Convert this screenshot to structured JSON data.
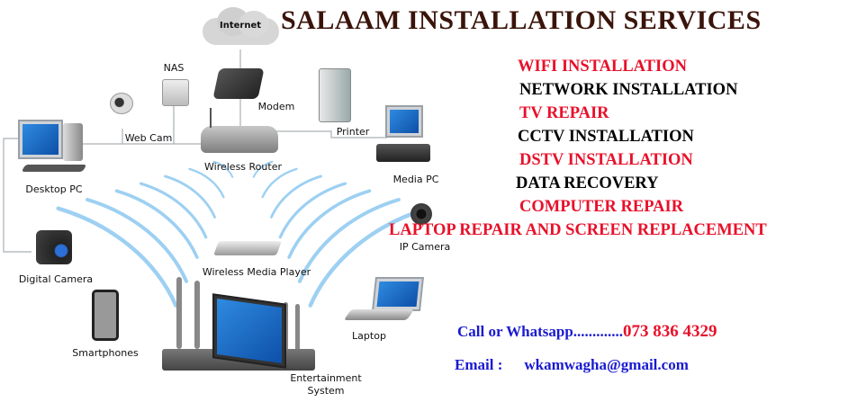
{
  "title": "SALAAM INSTALLATION SERVICES",
  "services": [
    {
      "label": "WIFI INSTALLATION",
      "color": "#e8102a"
    },
    {
      "label": "NETWORK INSTALLATION",
      "color": "#000000"
    },
    {
      "label": "TV REPAIR",
      "color": "#e8102a"
    },
    {
      "label": "CCTV INSTALLATION",
      "color": "#000000"
    },
    {
      "label": "DSTV INSTALLATION",
      "color": "#e8102a"
    },
    {
      "label": "DATA RECOVERY",
      "color": "#000000"
    },
    {
      "label": "COMPUTER REPAIR",
      "color": "#e8102a"
    },
    {
      "label": "LAPTOP REPAIR AND SCREEN REPLACEMENT",
      "color": "#e8102a"
    }
  ],
  "contact": {
    "call_label": "Call or Whatsapp.............",
    "phone": "073 836 4329",
    "email_label": "Email :",
    "email": "wkamwagha@gmail.com"
  },
  "diagram": {
    "internet": "Internet",
    "nas": "NAS",
    "modem": "Modem",
    "webcam": "Web Cam",
    "printer": "Printer",
    "router": "Wireless Router",
    "desktop": "Desktop PC",
    "media_pc": "Media PC",
    "ip_camera": "IP Camera",
    "media_player": "Wireless Media Player",
    "digital_camera": "Digital Camera",
    "laptop": "Laptop",
    "smartphones": "Smartphones",
    "entertainment_1": "Entertainment",
    "entertainment_2": "System"
  },
  "colors": {
    "title": "#3a140a",
    "red": "#e8102a",
    "blue": "#1a1ad0",
    "wifi": "#5aaee8"
  }
}
